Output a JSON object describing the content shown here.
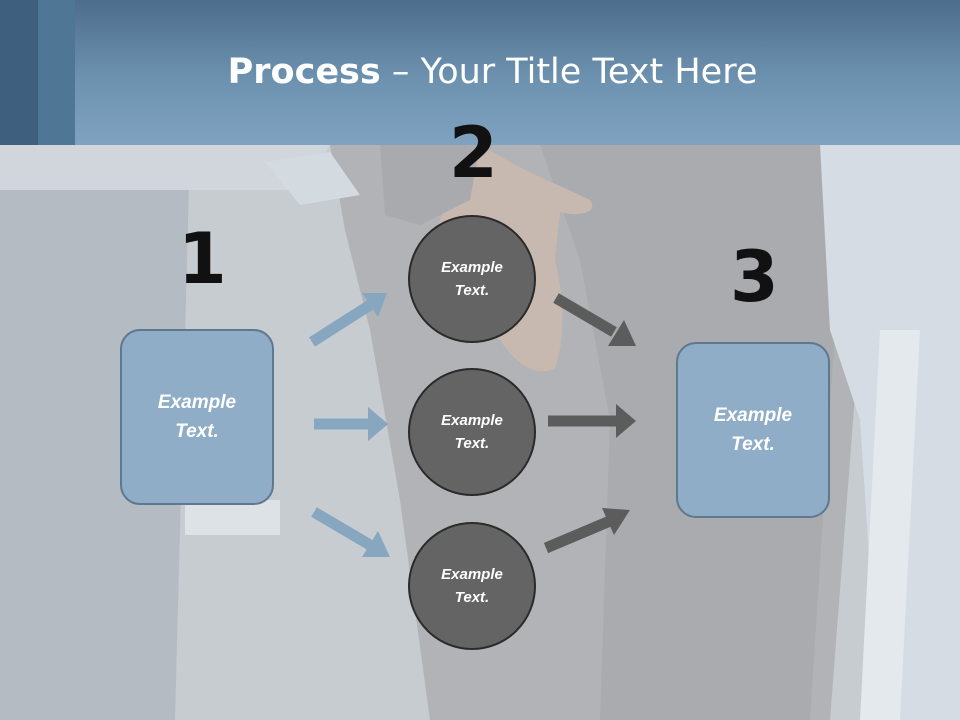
{
  "slide": {
    "title_bold": "Process",
    "title_rest": " – Your Title Text Here"
  },
  "steps": [
    {
      "number": "1",
      "box_text": "Example Text."
    },
    {
      "number": "2",
      "circles": [
        "Example Text.",
        "Example Text.",
        "Example Text."
      ]
    },
    {
      "number": "3",
      "box_text": "Example Text."
    }
  ],
  "colors": {
    "header": "#6d92b0",
    "box_fill": "#8fadc6",
    "circle_fill": "#646464",
    "left_arrow": "#87a6c0",
    "right_arrow": "#5c5c5c"
  }
}
